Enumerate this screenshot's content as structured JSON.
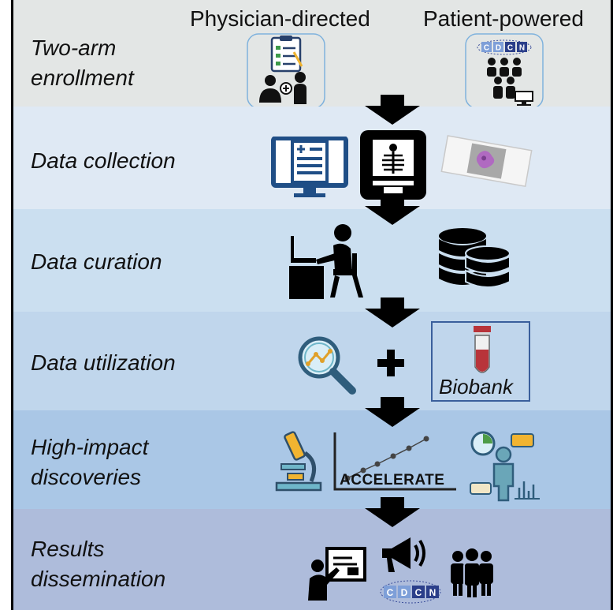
{
  "header": {
    "arm_left": "Physician-directed",
    "arm_right": "Patient-powered"
  },
  "steps": [
    {
      "label": "Two-arm\nenrollment"
    },
    {
      "label": "Data collection"
    },
    {
      "label": "Data curation"
    },
    {
      "label": "Data utilization"
    },
    {
      "label": "High-impact\ndiscoveries"
    },
    {
      "label": "Results\ndissemination"
    }
  ],
  "icons": {
    "cdcn_letters": [
      "C",
      "D",
      "C",
      "N"
    ],
    "biobank_label": "Biobank",
    "accelerate_label": "ACCELERATE"
  },
  "colors": {
    "band1": "#e3e6e5",
    "band2": "#dfe9f4",
    "band3": "#cbdff0",
    "band4": "#c0d6ec",
    "band5": "#aac7e6",
    "band6": "#aebcdb",
    "arrow": "#000000"
  }
}
